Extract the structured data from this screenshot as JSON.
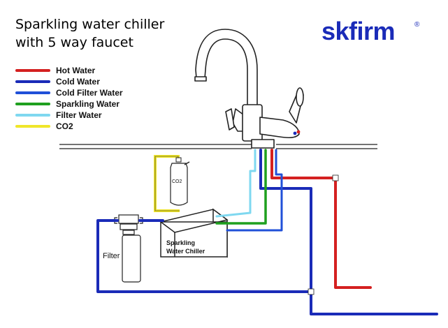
{
  "title_lines": [
    "Sparkling water chiller",
    "with 5 way faucet"
  ],
  "brand": {
    "name": "skfirm",
    "reg_mark": "®"
  },
  "legend": [
    {
      "label": "Hot Water",
      "color": "#d42020"
    },
    {
      "label": "Cold Water",
      "color": "#1a2bb8"
    },
    {
      "label": "Cold Filter Water",
      "color": "#2050d8"
    },
    {
      "label": "Sparkling Water",
      "color": "#1fa01f"
    },
    {
      "label": "Filter Water",
      "color": "#7fd8f0"
    },
    {
      "label": "CO2",
      "color": "#f0e62a"
    }
  ],
  "components": {
    "co2_tank": "CO2",
    "filter": "Filter",
    "chiller": [
      "Sparkling",
      "Water Chiller"
    ]
  }
}
